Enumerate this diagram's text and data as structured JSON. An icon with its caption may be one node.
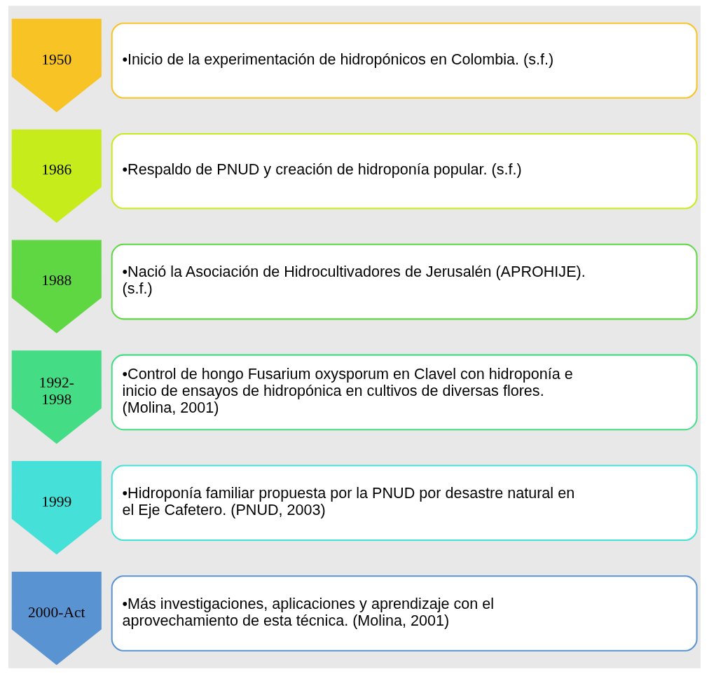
{
  "diagram": {
    "nodes": [
      {
        "text": [
          "1950"
        ]
      },
      {
        "text": [
          "•Inicio de la experimentación de hidropónicos en Colombia. (s.f.)"
        ]
      },
      {
        "text": [
          "1986"
        ]
      },
      {
        "text": [
          "•Respaldo de PNUD y creación de hidroponía popular. (s.f.)"
        ]
      },
      {
        "text": [
          "1988"
        ]
      },
      {
        "text": [
          "•Nació la Asociación de Hidrocultivadores de Jerusalén (APROHIJE). (s.f.)"
        ]
      },
      {
        "text": [
          "1992-1998"
        ]
      },
      {
        "text": [
          "•Control de hongo Fusarium oxysporum en Clavel con hidroponía e inicio de ensayos de hidropónica en cultivos de diversas flores. (Molina, 2001)"
        ]
      },
      {
        "text": [
          "1999"
        ]
      },
      {
        "text": [
          "•Hidroponía familiar propuesta por la PNUD por desastre natural en el Eje Cafetero. (PNUD, 2003)"
        ]
      },
      {
        "text": [
          "2000-Act"
        ]
      },
      {
        "text": [
          "•Más investigaciones, aplicaciones y aprendizaje con el aprovechamiento de esta técnica. (Molina, 2001)"
        ]
      }
    ],
    "edges": []
  }
}
